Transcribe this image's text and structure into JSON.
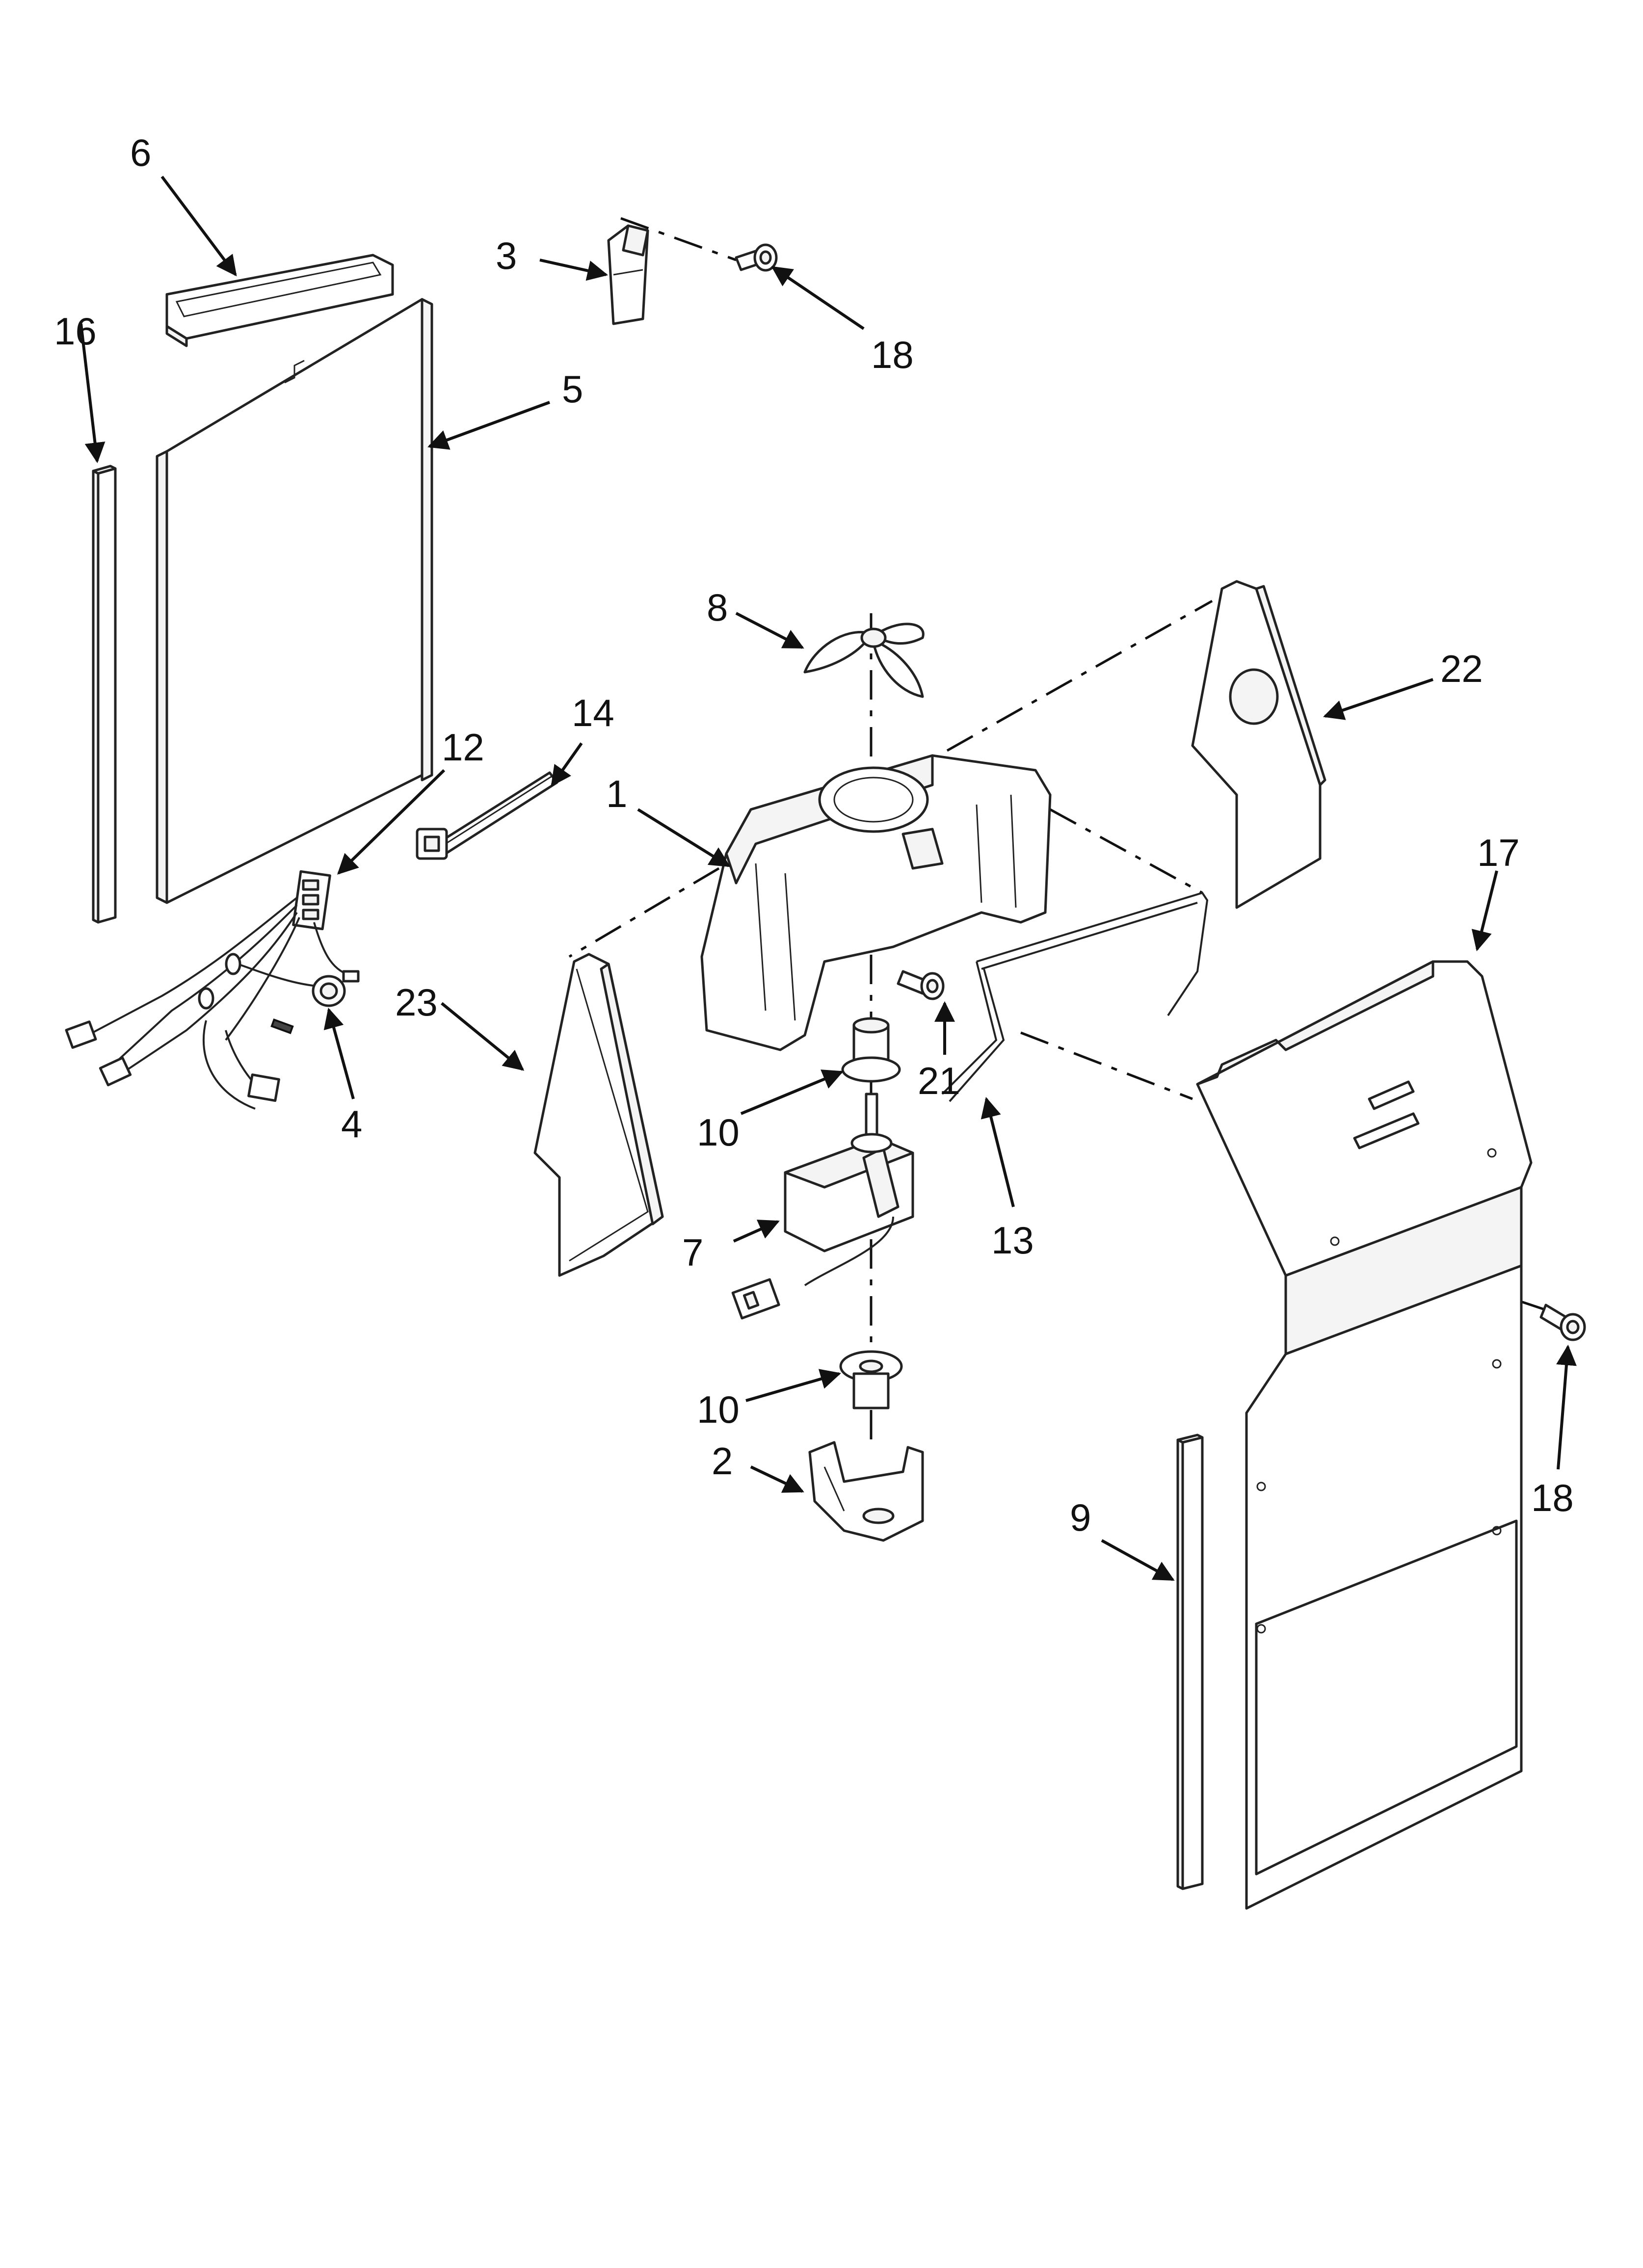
{
  "callouts": {
    "c1": "1",
    "c2": "2",
    "c3": "3",
    "c4": "4",
    "c5": "5",
    "c6": "6",
    "c7": "7",
    "c8": "8",
    "c9": "9",
    "c10a": "10",
    "c10b": "10",
    "c12": "12",
    "c13": "13",
    "c14": "14",
    "c16": "16",
    "c17": "17",
    "c18a": "18",
    "c18b": "18",
    "c21": "21",
    "c22": "22",
    "c23": "23"
  }
}
